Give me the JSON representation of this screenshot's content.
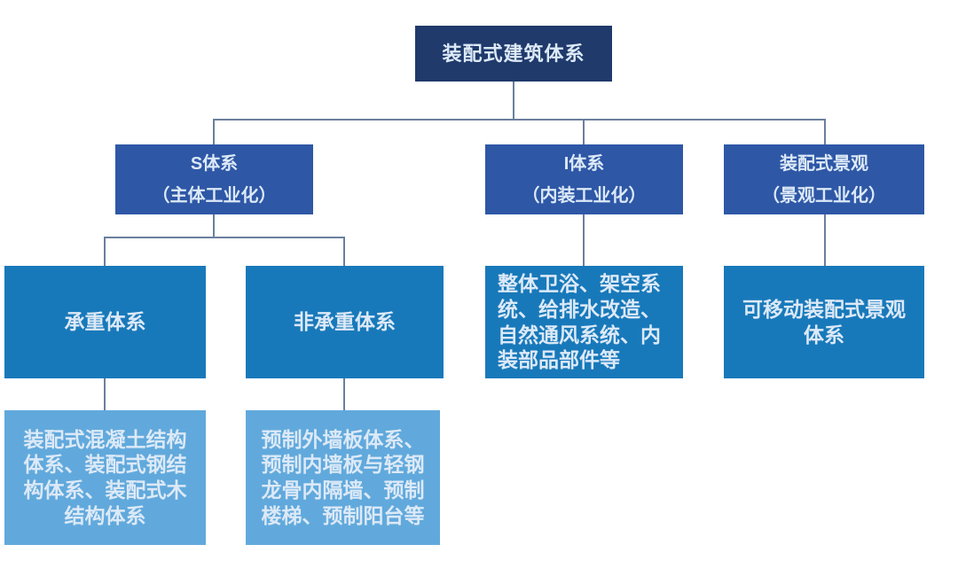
{
  "diagram": {
    "title": "装配式建筑体系",
    "colors": {
      "root": "#1F3A6B",
      "level2": "#2E57A6",
      "level3": "#1879BA",
      "level4": "#61A9DC",
      "line": "#6B7F9C",
      "text": "#DCE9F7",
      "background": "#FFFFFF"
    },
    "nodes": {
      "root": {
        "label": "装配式建筑体系"
      },
      "s_system": {
        "label": "S体系\n（主体工业化）"
      },
      "i_system": {
        "label": "I体系\n（内装工业化）"
      },
      "landscape": {
        "label": "装配式景观\n（景观工业化）"
      },
      "load_bearing": {
        "label": "承重体系"
      },
      "non_load_bearing": {
        "label": "非承重体系"
      },
      "interior_parts": {
        "label": "整体卫浴、架空系\n统、给排水改造、\n自然通风系统、内\n装部品部件等"
      },
      "movable_landscape": {
        "label": "可移动装配式景观\n体系"
      },
      "structure_systems": {
        "label": "装配式混凝土结构\n体系、装配式钢结\n构体系、装配式木\n结构体系"
      },
      "precast_parts": {
        "label": "预制外墙板体系、\n预制内墙板与轻钢\n龙骨内隔墙、预制\n楼梯、预制阳台等"
      }
    },
    "hierarchy": [
      {
        "parent": "root",
        "children": [
          "s_system",
          "i_system",
          "landscape"
        ]
      },
      {
        "parent": "s_system",
        "children": [
          "load_bearing",
          "non_load_bearing"
        ]
      },
      {
        "parent": "load_bearing",
        "children": [
          "structure_systems"
        ]
      },
      {
        "parent": "non_load_bearing",
        "children": [
          "precast_parts"
        ]
      },
      {
        "parent": "i_system",
        "children": [
          "interior_parts"
        ]
      },
      {
        "parent": "landscape",
        "children": [
          "movable_landscape"
        ]
      }
    ]
  }
}
